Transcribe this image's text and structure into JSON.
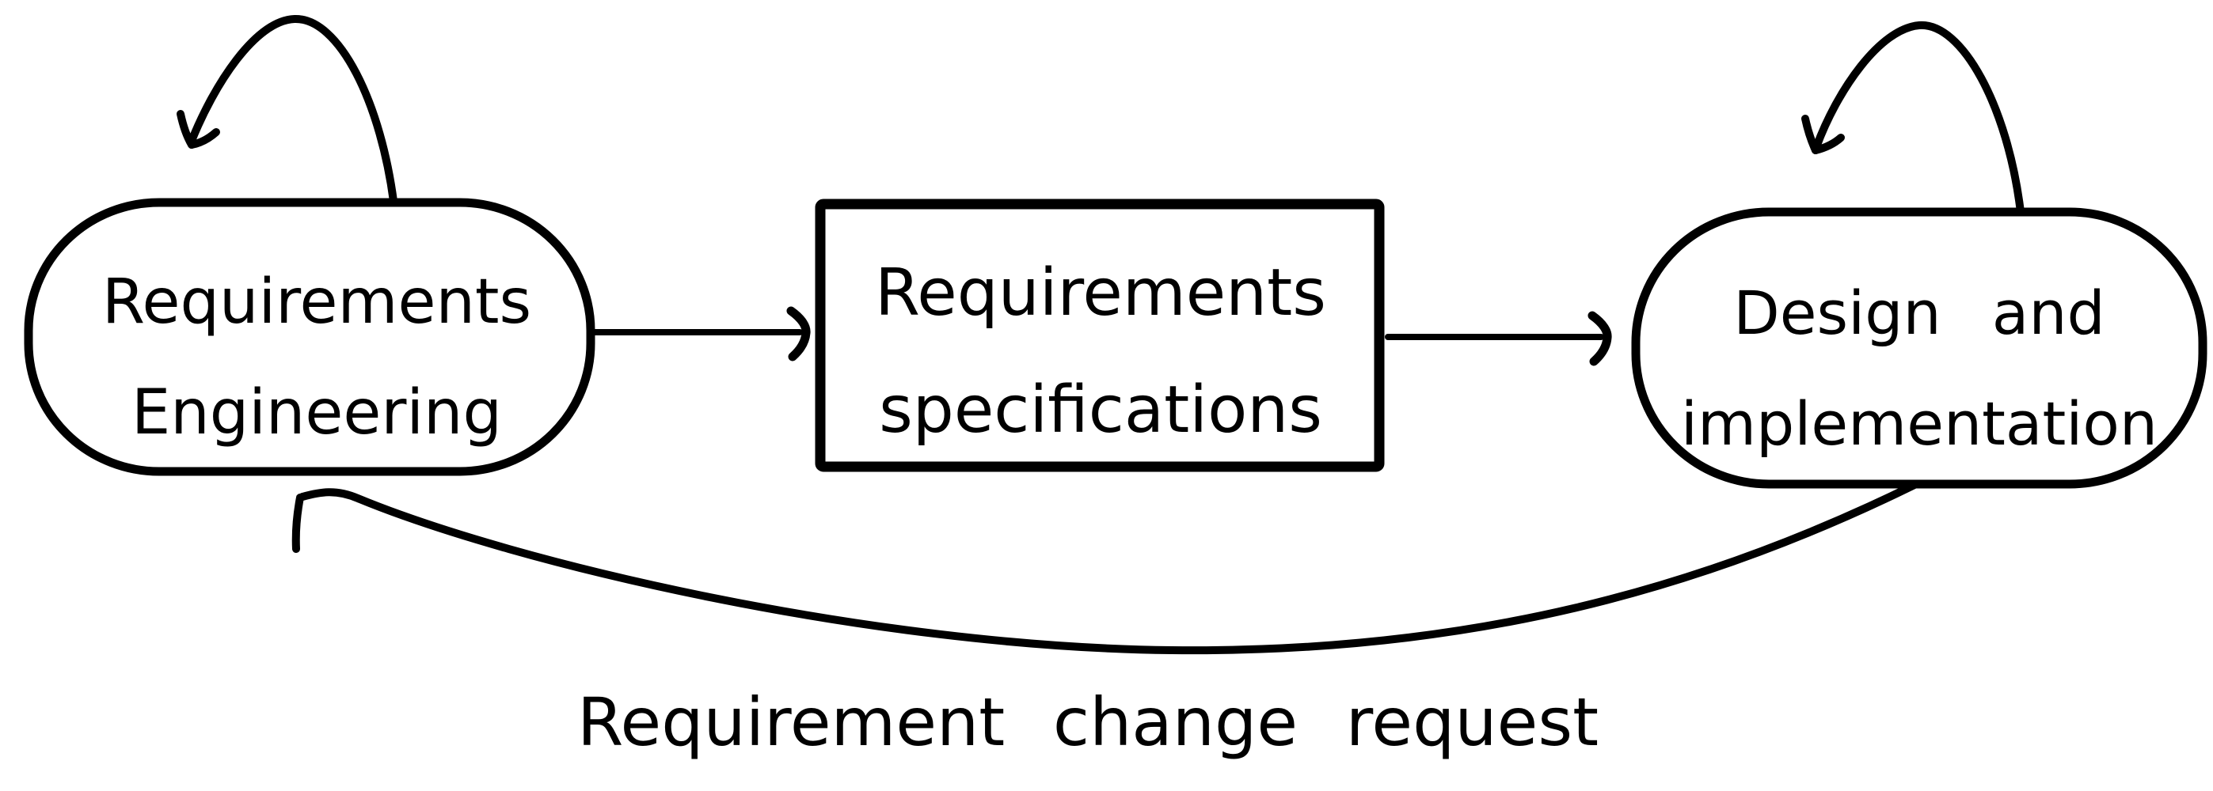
{
  "diagram": {
    "background": "#ffffff",
    "ink_color": "#000000",
    "nodes": {
      "requirements_engineering": {
        "line1": "Requirements",
        "line2": "Engineering"
      },
      "requirements_specifications": {
        "line1": "Requirements",
        "line2": "specifications"
      },
      "design_and_implementation": {
        "line1": "Design and",
        "line2": "implementation"
      }
    },
    "edges": {
      "change_request_label": "Requirement change request"
    }
  }
}
